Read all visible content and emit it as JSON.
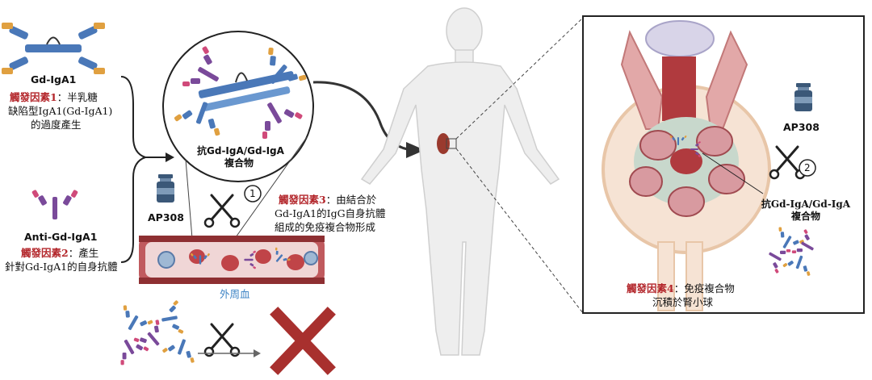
{
  "labels": {
    "gd_iga1": "Gd-IgA1",
    "trigger1_tag": "觸發因素1",
    "trigger1_line1": "：半乳糖",
    "trigger1_line2": "缺陷型IgA1(Gd-IgA1)",
    "trigger1_line3": "的過度產生",
    "anti_gd_iga1": "Anti-Gd-IgA1",
    "trigger2_tag": "觸發因素2",
    "trigger2_line1": "：產生",
    "trigger2_line2": "針對Gd-IgA1的自身抗體",
    "ap308_left": "AP308",
    "complex_left_line1": "抗Gd-IgA/Gd-IgA",
    "complex_left_line2": "複合物",
    "scissor_num_1": "1",
    "trigger3_tag": "觸發因素3",
    "trigger3_line1": "：由結合於",
    "trigger3_line2": "Gd-IgA1的IgG自身抗體",
    "trigger3_line3": "組成的免疫複合物形成",
    "peripheral_blood": "外周血",
    "ap308_right": "AP308",
    "scissor_num_2": "2",
    "complex_right_line1": "抗Gd-IgA/Gd-IgA",
    "complex_right_line2": "複合物",
    "trigger4_tag": "觸發因素4",
    "trigger4_line1": "：免疫複合物",
    "trigger4_line2": "沉積於腎小球"
  },
  "colors": {
    "trigger_red": "#b3262b",
    "antibody_blue": "#4a78b8",
    "antibody_orange": "#e0a040",
    "antibody_purple": "#7a4a9a",
    "vessel_red": "#b8464a",
    "tissue_pink": "#e8b8b8",
    "cross_red": "#a8302e",
    "body_gray": "#eeeeee",
    "drug_navy": "#3b5878"
  },
  "icons": [
    "scissors-icon",
    "drug-vial-icon",
    "antibody-icon",
    "cross-mark-icon",
    "arrow-icon"
  ]
}
